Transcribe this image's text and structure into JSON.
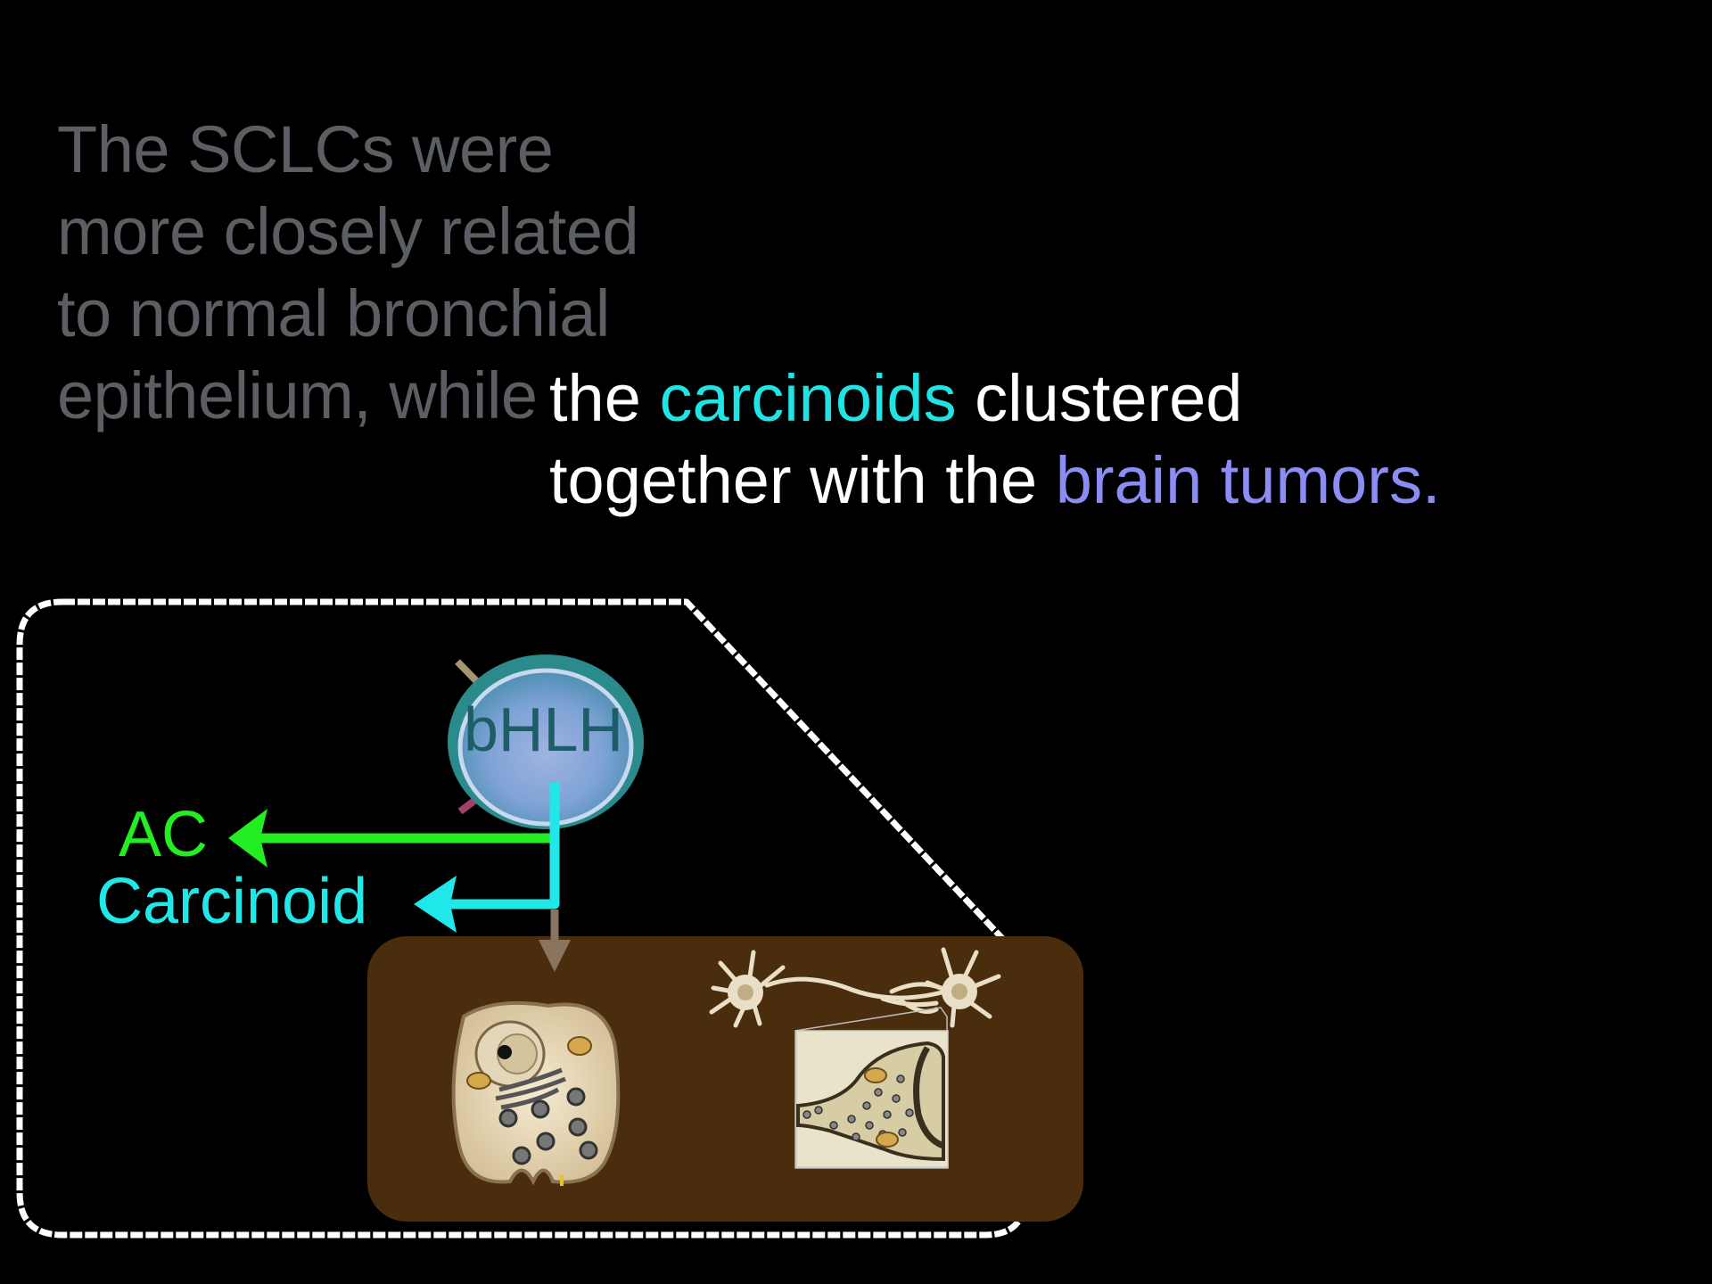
{
  "slide": {
    "intro_lines": [
      "The SCLCs were",
      "more closely related",
      "to normal bronchial",
      "epithelium, while"
    ],
    "highlight": {
      "line1_prefix": "the ",
      "line1_term": "carcinoids",
      "line1_suffix": " clustered",
      "line2_prefix": "together with the ",
      "line2_term": "brain tumors",
      "line2_suffix": "."
    }
  },
  "diagram": {
    "node_label": "bHLH",
    "branch_ac": "AC",
    "branch_carcinoid": "Carcinoid",
    "colors": {
      "ac": "#22ee22",
      "carcinoid": "#20e8e8",
      "panel": "#4a2d0c",
      "outline": "#ffffff",
      "gray_text": "#5b5e63",
      "brain_tumors": "#8c8cf5"
    }
  }
}
